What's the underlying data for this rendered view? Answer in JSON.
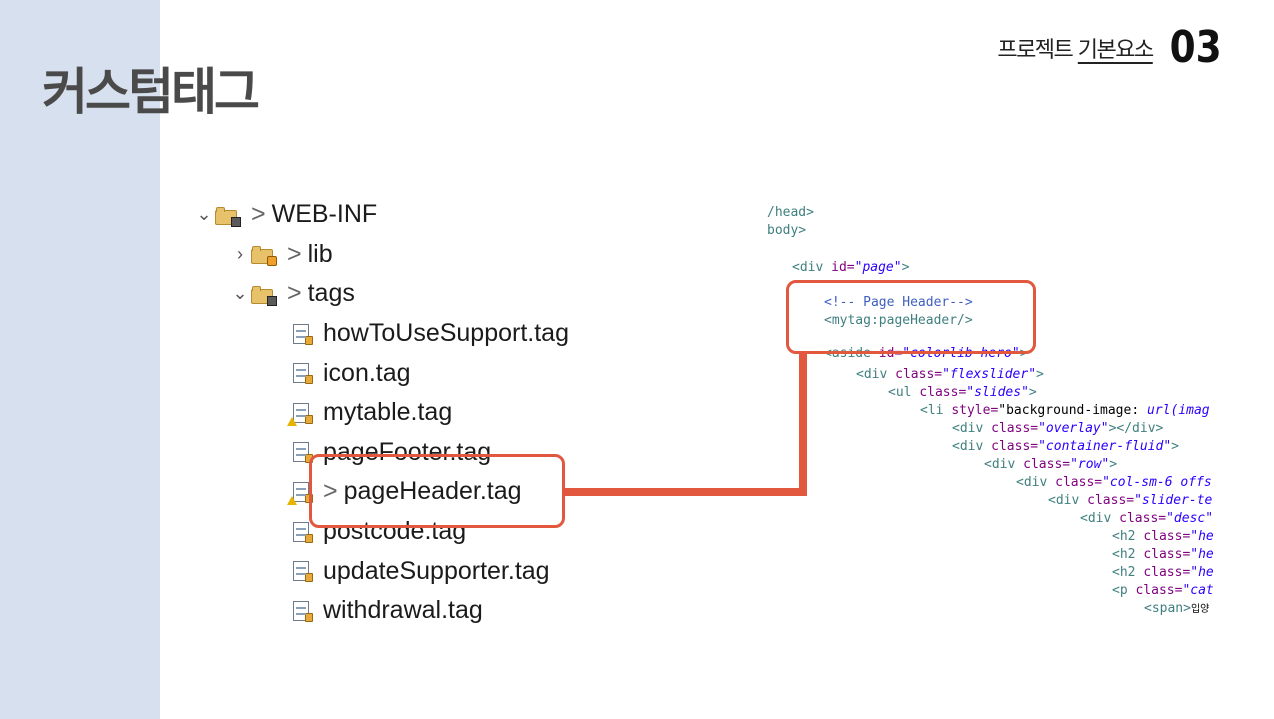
{
  "page": {
    "title": "커스텀태그",
    "header_caption_prefix": "프로젝트 ",
    "header_caption_underlined": "기본요소",
    "header_number": "03"
  },
  "colors": {
    "side_band": "#d6e0ee",
    "highlight": "#e2583e",
    "folder": "#e8c26a"
  },
  "tree": {
    "items": [
      {
        "label": "WEB-INF",
        "kind": "folder",
        "expanded": true,
        "chevron": "⌄",
        "icon": "folder-icon"
      },
      {
        "label": "lib",
        "kind": "folder",
        "expanded": false,
        "chevron": "›",
        "icon": "folder-icon"
      },
      {
        "label": "tags",
        "kind": "folder",
        "expanded": true,
        "chevron": "⌄",
        "icon": "folder-icon"
      },
      {
        "label": "howToUseSupport.tag",
        "kind": "file",
        "icon": "file-icon"
      },
      {
        "label": "icon.tag",
        "kind": "file",
        "icon": "file-icon"
      },
      {
        "label": "mytable.tag",
        "kind": "file",
        "icon": "file-icon"
      },
      {
        "label": "pageFooter.tag",
        "kind": "file",
        "icon": "file-icon"
      },
      {
        "label": "pageHeader.tag",
        "kind": "file",
        "icon": "file-icon",
        "modified_marker": ">"
      },
      {
        "label": "postcode.tag",
        "kind": "file",
        "icon": "file-icon"
      },
      {
        "label": "updateSupporter.tag",
        "kind": "file",
        "icon": "file-icon"
      },
      {
        "label": "withdrawal.tag",
        "kind": "file",
        "icon": "file-icon"
      }
    ],
    "separator": ">"
  },
  "code": {
    "l1": "/head>",
    "l2": "body>",
    "l3_open": "<div ",
    "l3_attr": "id=",
    "l3_val": "\"page\"",
    "l3_close": ">",
    "l4": "<!-- Page Header-->",
    "l5": "<mytag:pageHeader/>",
    "l6_open": "<aside ",
    "l6_attr": "id=",
    "l6_val": "\"colorlib-hero\"",
    "l6_close": ">",
    "l7_open": "<div ",
    "l7_attr": "class=",
    "l7_val": "\"flexslider\"",
    "l7_close": ">",
    "l8_open": "<ul ",
    "l8_attr": "class=",
    "l8_val": "\"slides\"",
    "l8_close": ">",
    "l9_open": "<li ",
    "l9_attr": "style=",
    "l9_rest": "\"background-image: ",
    "l9_val": "url(imag",
    "l10_open": "<div ",
    "l10_attr": "class=",
    "l10_val": "\"overlay\"",
    "l10_close": "></div>",
    "l11_open": "<div ",
    "l11_attr": "class=",
    "l11_val": "\"container-fluid\"",
    "l11_close": ">",
    "l12_open": "<div ",
    "l12_attr": "class=",
    "l12_val": "\"row\"",
    "l12_close": ">",
    "l13_open": "<div ",
    "l13_attr": "class=",
    "l13_val": "\"col-sm-6 offs",
    "l14_open": "<div ",
    "l14_attr": "class=",
    "l14_val": "\"slider-te",
    "l15_open": "<div ",
    "l15_attr": "class=",
    "l15_val": "\"desc\"",
    "l16_open": "<h2 ",
    "l16_attr": "class=",
    "l16_val": "\"he",
    "l17_open": "<h2 ",
    "l17_attr": "class=",
    "l17_val": "\"he",
    "l18_open": "<h2 ",
    "l18_attr": "class=",
    "l18_val": "\"he",
    "l19_open": "<p ",
    "l19_attr": "class=",
    "l19_val": "\"cat",
    "l20_open": "<span>",
    "l20_text": "입양"
  }
}
